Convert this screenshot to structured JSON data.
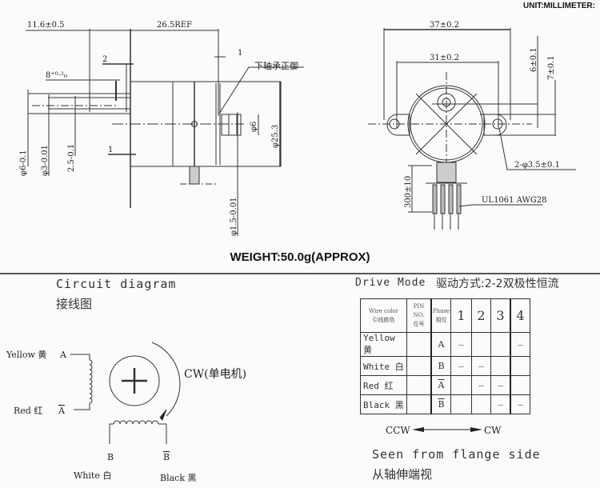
{
  "header": {
    "unit_label": "UNIT:MILLIMETER:"
  },
  "side_view": {
    "dims": {
      "shaft_length": "11.6±0.5",
      "body_length": "26.5REF",
      "flat_offset": "2",
      "flat_length": "8 +0.2/0",
      "flange_thickness": "1",
      "rear_offset": "1",
      "shaft_dia": "φ6-0.1",
      "shaft_dia_2": "φ3-0.01",
      "flat_width": "2.5-0.1",
      "boss_dia": "φ6",
      "body_dia": "φ25.3",
      "rear_pin_dia": "φ1.5-0.01"
    },
    "annotation": "下轴承正御"
  },
  "front_view": {
    "dims": {
      "flange_width": "37±0.2",
      "hole_spacing": "31±0.2",
      "offset_6": "6±0.1",
      "offset_7": "7±0.1",
      "holes": "2-φ3.5±0.1",
      "lead_length": "300±10",
      "wire_spec": "UL1061 AWG28"
    }
  },
  "weight": "WEIGHT:50.0g(APPROX)",
  "circuit": {
    "title": "Circuit diagram",
    "title_cn": "接线图",
    "yellow_label": "Yellow 黄",
    "yellow_pin": "A",
    "red_label": "Red 红",
    "red_pin": "A",
    "white_label": "White 白",
    "white_pin": "B",
    "black_label": "Black 黑",
    "black_pin": "B",
    "direction": "CW(单电机)"
  },
  "drive": {
    "title": "Drive Mode",
    "title_cn": "驱动方式:2-2双极性恒流",
    "headers": {
      "wire_color": "Wire color",
      "wire_color_cn": "引线颜色",
      "pin_no": "PIN NO.",
      "pin_no_cn": "位号",
      "phase": "Phase",
      "phase_cn": "相位",
      "steps": [
        "1",
        "2",
        "3",
        "4"
      ]
    },
    "rows": [
      {
        "wire": "Yellow 黄",
        "pin": "",
        "phase": "A",
        "phase_bar": false,
        "steps": [
          true,
          false,
          false,
          true
        ]
      },
      {
        "wire": "White 白",
        "pin": "",
        "phase": "B",
        "phase_bar": false,
        "steps": [
          true,
          true,
          false,
          false
        ]
      },
      {
        "wire": "Red 红",
        "pin": "",
        "phase": "A",
        "phase_bar": true,
        "steps": [
          false,
          true,
          true,
          false
        ]
      },
      {
        "wire": "Black 黑",
        "pin": "",
        "phase": "B",
        "phase_bar": true,
        "steps": [
          false,
          false,
          true,
          true
        ]
      }
    ],
    "ccw": "CCW",
    "cw": "CW",
    "seen_from": "Seen from flange side",
    "seen_from_cn": "从轴伸端视"
  }
}
